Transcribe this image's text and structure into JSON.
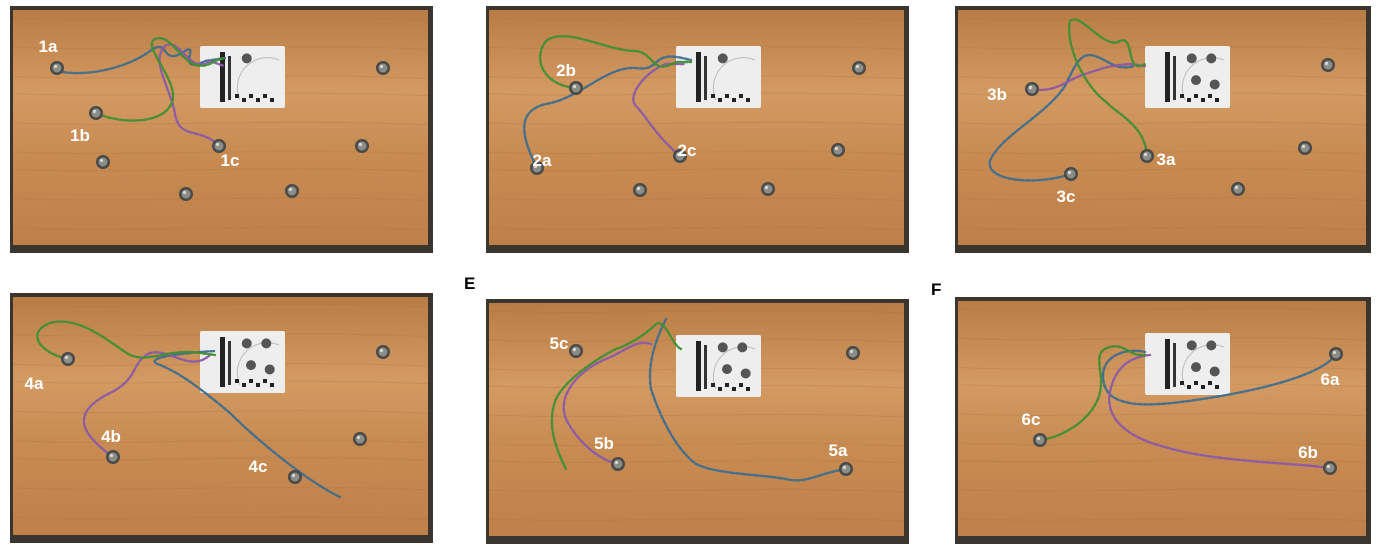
{
  "figure": {
    "panel_letters": [
      "E",
      "F"
    ],
    "panels": [
      {
        "id": "1",
        "labels": [
          "1a",
          "1b",
          "1c"
        ]
      },
      {
        "id": "2",
        "labels": [
          "2b",
          "2a",
          "2c"
        ]
      },
      {
        "id": "3",
        "labels": [
          "3b",
          "3a",
          "3c"
        ]
      },
      {
        "id": "4",
        "labels": [
          "4a",
          "4b",
          "4c"
        ]
      },
      {
        "id": "5",
        "labels": [
          "5c",
          "5b",
          "5a"
        ]
      },
      {
        "id": "6",
        "labels": [
          "6a",
          "6c",
          "6b"
        ]
      }
    ]
  },
  "colors": {
    "wood": "#c98e55",
    "wood_dark": "#a86d3a",
    "carpet": "#3b3530",
    "board": "#eeeeee",
    "path_green": "#3f8f34",
    "path_purple": "#8a5aa8",
    "path_blue": "#3f6e8e",
    "label": "#ffffff"
  }
}
